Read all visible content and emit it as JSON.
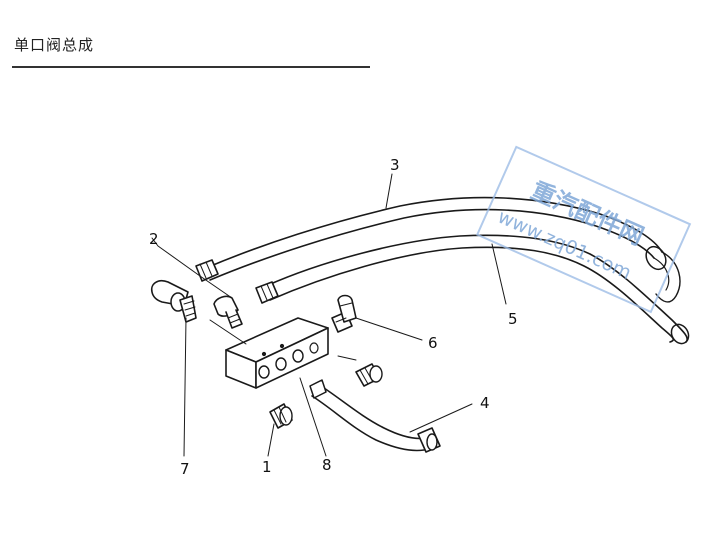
{
  "header": {
    "title": "单口阀总成"
  },
  "callouts": {
    "c1": "1",
    "c2": "2",
    "c3": "3",
    "c4": "4",
    "c5": "5",
    "c6": "6",
    "c7": "7",
    "c8": "8"
  },
  "watermark": {
    "line1": "重汽配件网",
    "line2": "www.zq01.com",
    "color": "#7fa8d8"
  }
}
